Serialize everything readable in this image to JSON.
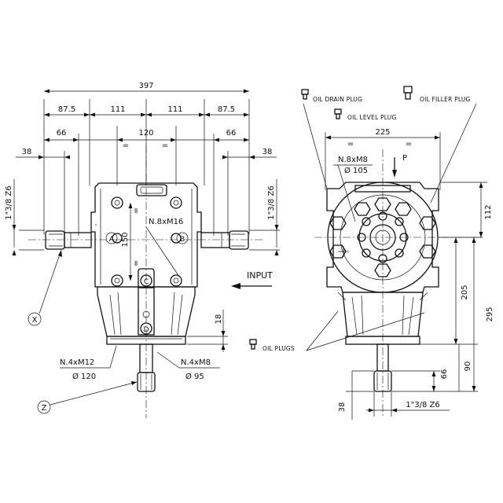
{
  "left_view": {
    "dims": {
      "total": "397",
      "seg_a": "87.5",
      "seg_b": "111",
      "seg_c": "111",
      "seg_d": "87.5",
      "inner_l": "66",
      "inner_mid": "120",
      "inner_r": "66",
      "shaft_l": "38",
      "shaft_r": "38",
      "eq": "=",
      "side_shaft": "1\"3/8 Z6",
      "height_150": "150",
      "height_18": "18"
    },
    "labels": {
      "bolts": "N.8xM16",
      "a": "A",
      "b": "B",
      "c": "C",
      "d": "D",
      "input": "INPUT",
      "flange_large": "N.4xM12",
      "flange_large_dia": "Ø 120",
      "flange_small": "N.4xM8",
      "flange_small_dia": "Ø 95",
      "x": "X",
      "z": "Z"
    }
  },
  "right_view": {
    "labels": {
      "oil_drain": "OIL DRAIN PLUG",
      "oil_level": "OIL LEVEL PLUG",
      "oil_filler": "OIL FILLER PLUG",
      "oil_plugs": "OIL PLUGS",
      "bolts": "N.8xM8",
      "bolt_dia": "Ø 105",
      "p": "P",
      "eq": "="
    },
    "dims": {
      "width_225": "225",
      "h_112": "112",
      "h_205": "205",
      "h_295": "295",
      "h_90": "90",
      "h_66": "66",
      "w_38": "38",
      "shaft": "1\"3/8 Z6"
    }
  }
}
